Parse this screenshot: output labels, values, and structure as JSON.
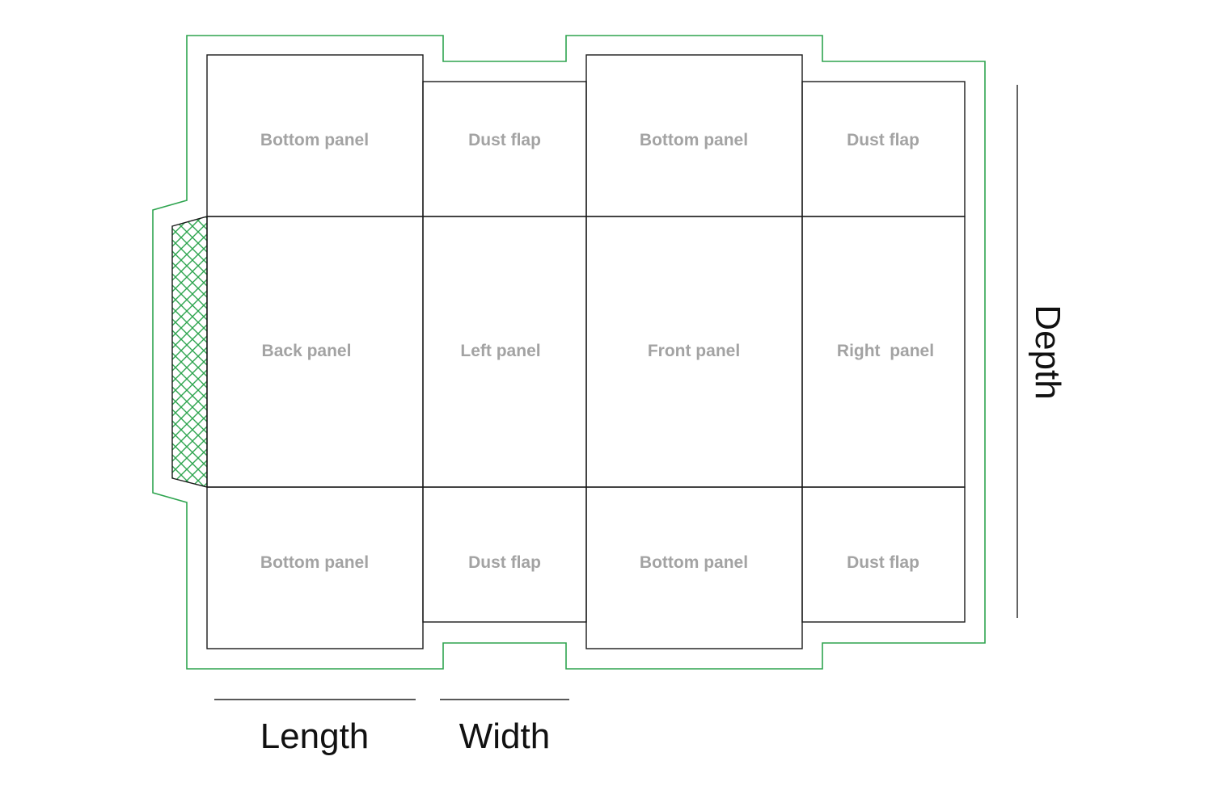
{
  "panels": {
    "top_row": [
      "Bottom panel",
      "Dust flap",
      "Bottom panel",
      "Dust flap"
    ],
    "middle_row": [
      "Back panel",
      "Left panel",
      "Front panel",
      "Right  panel"
    ],
    "bottom_row": [
      "Bottom panel",
      "Dust flap",
      "Bottom panel",
      "Dust flap"
    ]
  },
  "dimensions": {
    "length": "Length",
    "width": "Width",
    "depth": "Depth"
  },
  "colors": {
    "cut_line": "#2ea44f",
    "fold_line": "#1a1a1a",
    "label": "#a3a3a3",
    "glue_tab_hatch": "#2ea44f"
  }
}
